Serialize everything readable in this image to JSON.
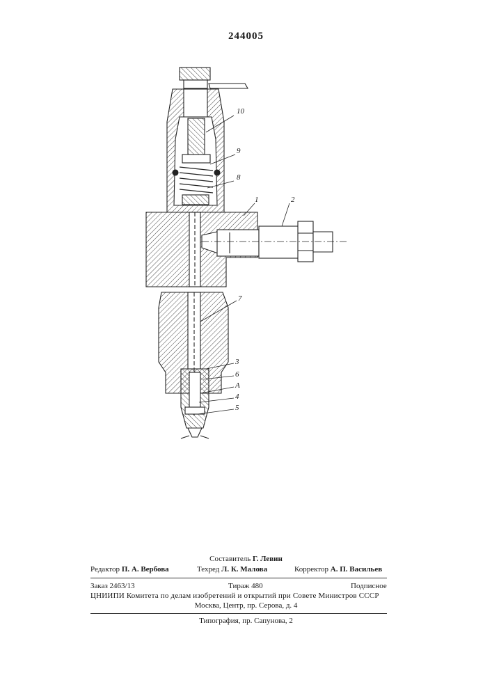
{
  "patent_number": "244005",
  "drawing": {
    "labels": [
      "10",
      "9",
      "8",
      "1",
      "2",
      "7",
      "3",
      "6",
      "A",
      "4",
      "5"
    ]
  },
  "footer": {
    "compiler_label": "Составитель",
    "compiler_name": "Г. Левин",
    "editor_label": "Редактор",
    "editor_name": "П. А. Вербова",
    "techred_label": "Техред",
    "techred_name": "Л. К. Малова",
    "corrector_label": "Корректор",
    "corrector_name": "А. П. Васильев",
    "order": "Заказ 2463/13",
    "circulation": "Тираж 480",
    "subscription": "Подписное",
    "institute": "ЦНИИПИ Комитета по делам изобретений и открытий при Совете Министров СССР",
    "address": "Москва, Центр, пр. Серова, д. 4",
    "printing": "Типография, пр. Сапунова, 2"
  }
}
